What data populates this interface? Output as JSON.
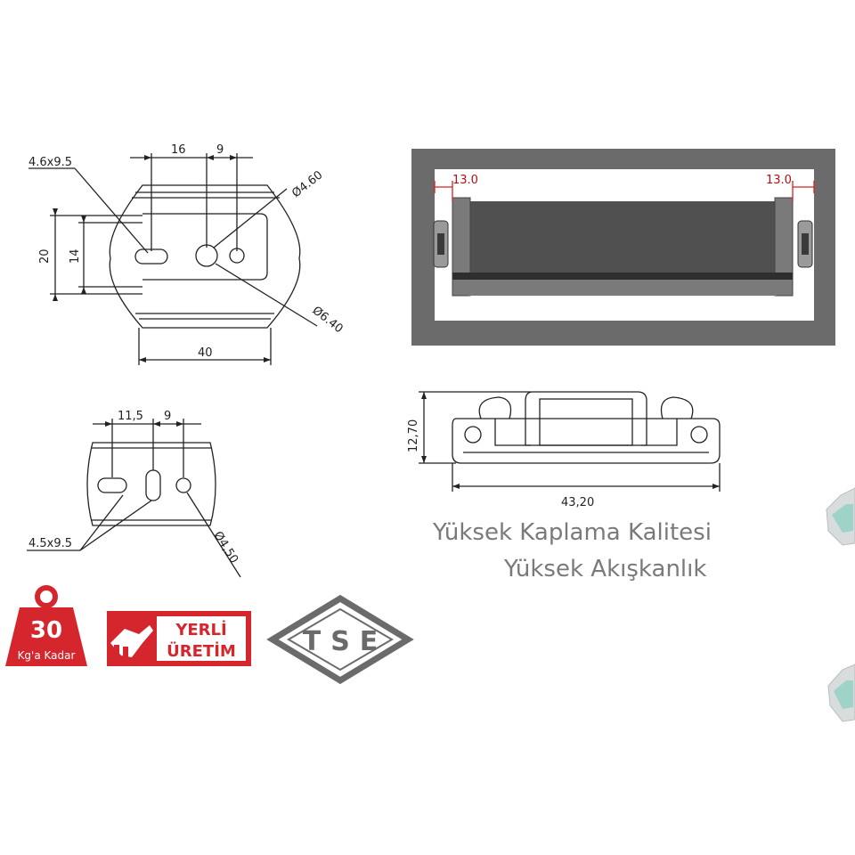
{
  "top_drawing": {
    "slot_label": "4.6x9.5",
    "dim_16": "16",
    "dim_9": "9",
    "dia_small": "Ø4.60",
    "dia_large": "Ø6.40",
    "dim_20": "20",
    "dim_14": "14",
    "dim_40": "40"
  },
  "bottom_drawing": {
    "dim_11_5": "11,5",
    "dim_9": "9",
    "slot_label": "4.5x9.5",
    "dia": "Ø4,50"
  },
  "section_view": {
    "left_gap": "13.0",
    "right_gap": "13.0"
  },
  "profile_view": {
    "height": "12,70",
    "width": "43,20"
  },
  "taglines": {
    "line1": "Yüksek Kaplama Kalitesi",
    "line2": "Yüksek Akışkanlık"
  },
  "badges": {
    "weight_value": "30",
    "weight_caption": "Kg'a Kadar",
    "local_line1": "YERLİ",
    "local_line2": "ÜRETİM",
    "tse_letters": [
      "T",
      "S",
      "E"
    ]
  },
  "colors": {
    "badge_red": "#d6262d",
    "frame_grey": "#6b6b6b",
    "dim_red": "#d62020"
  }
}
